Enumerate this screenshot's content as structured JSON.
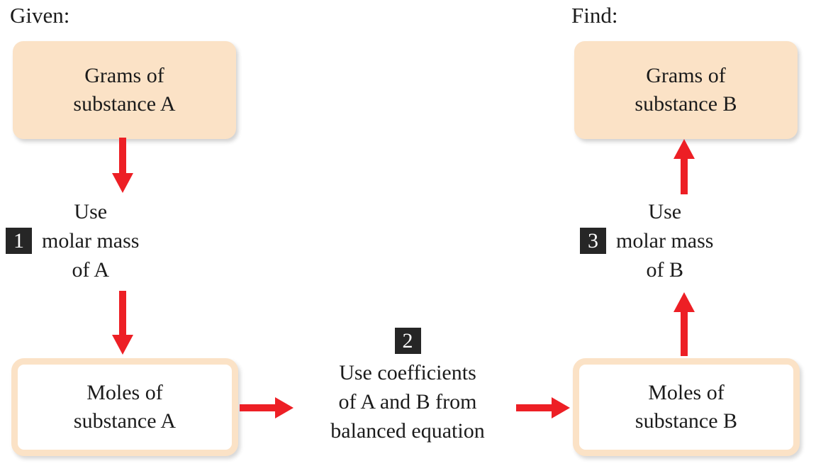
{
  "diagram": {
    "title": "Stoichiometry mass-to-mass conversion flowchart",
    "accent_color": "#ed1f25",
    "box_fill_color": "#fbe2c6",
    "badge_color": "#262626",
    "text_color": "#1b1b1b"
  },
  "captions": {
    "given": "Given:",
    "find": "Find:"
  },
  "boxes": {
    "grams_a": "Grams of\nsubstance A",
    "grams_b": "Grams of\nsubstance B",
    "moles_a": "Moles of\nsubstance A",
    "moles_b": "Moles of\nsubstance B"
  },
  "steps": [
    {
      "number": "1",
      "text": "Use\nmolar mass\nof A"
    },
    {
      "number": "2",
      "text": "Use coefficients\nof A and B from\nbalanced equation"
    },
    {
      "number": "3",
      "text": "Use\nmolar mass\nof B"
    }
  ],
  "arrows": [
    {
      "name": "grams-a-to-step-1",
      "direction": "down"
    },
    {
      "name": "step-1-to-moles-a",
      "direction": "down"
    },
    {
      "name": "moles-a-to-step-2",
      "direction": "right"
    },
    {
      "name": "step-2-to-moles-b",
      "direction": "right"
    },
    {
      "name": "moles-b-to-step-3",
      "direction": "up"
    },
    {
      "name": "step-3-to-grams-b",
      "direction": "up"
    }
  ]
}
